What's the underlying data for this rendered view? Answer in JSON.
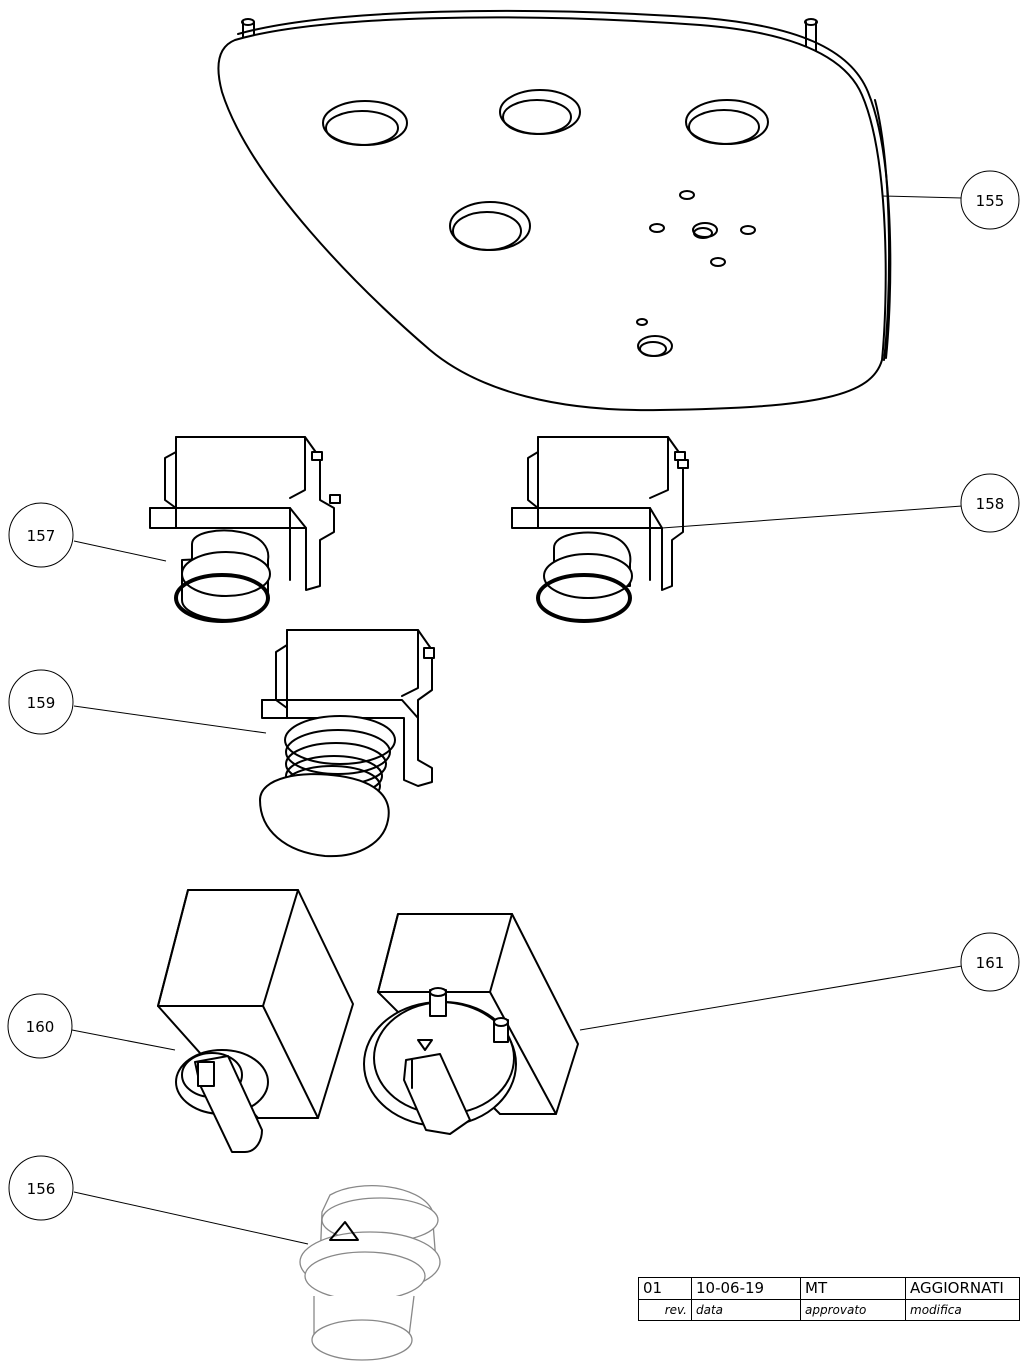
{
  "balloons": [
    {
      "id": "balloon-155",
      "label": "155"
    },
    {
      "id": "balloon-157",
      "label": "157"
    },
    {
      "id": "balloon-158",
      "label": "158"
    },
    {
      "id": "balloon-159",
      "label": "159"
    },
    {
      "id": "balloon-160",
      "label": "160"
    },
    {
      "id": "balloon-161",
      "label": "161"
    },
    {
      "id": "balloon-156",
      "label": "156"
    }
  ],
  "revision_table": {
    "rev": "01",
    "date": "10-06-19",
    "approved": "MT",
    "change": "AGGIORNATI",
    "headers": {
      "rev": "rev.",
      "date": "data",
      "approved": "approvato",
      "change": "modifica"
    }
  }
}
